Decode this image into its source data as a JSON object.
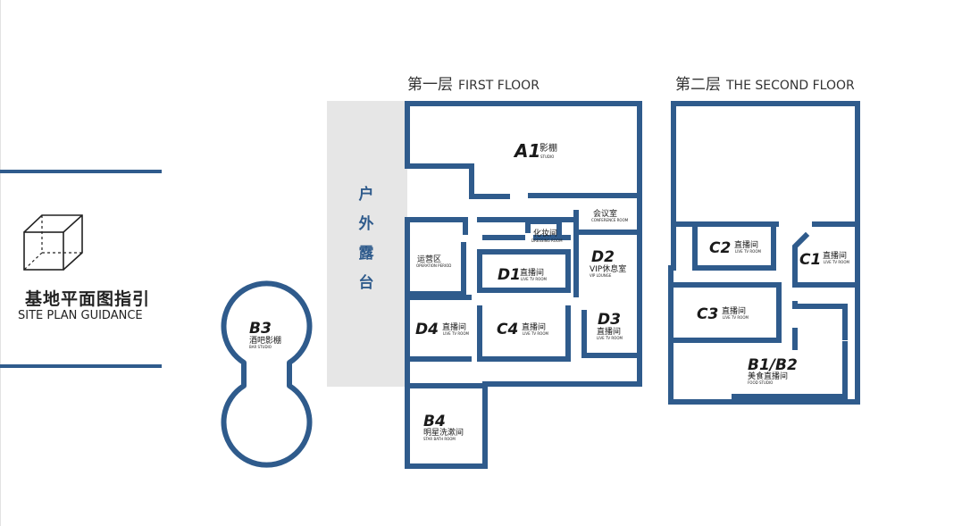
{
  "guide": {
    "title": "基地平面图指引",
    "subtitle": "SITE PLAN GUIDANCE",
    "icon": "cube-icon"
  },
  "floors": {
    "first": {
      "zh": "第一层",
      "en": "FIRST FLOOR"
    },
    "second": {
      "zh": "第二层",
      "en": "THE SECOND FLOOR"
    }
  },
  "outdoor": {
    "chars": [
      "户",
      "外",
      "露",
      "台"
    ]
  },
  "rooms": {
    "a1": {
      "code": "A1",
      "name": "影棚",
      "sub": "STUDIO"
    },
    "meeting": {
      "name": "会议室",
      "sub": "CONFERENCE ROOM"
    },
    "makeup": {
      "name": "化妆间",
      "sub": "DRESSING ROOM"
    },
    "ops": {
      "name": "运营区",
      "sub": "OPERATION PERIOD"
    },
    "d1": {
      "code": "D1",
      "name": "直播间",
      "sub": "LIVE TV ROOM"
    },
    "d2": {
      "code": "D2",
      "name": "VIP休息室",
      "sub": "VIP LOUNGE"
    },
    "d3": {
      "code": "D3",
      "name": "直播间",
      "sub": "LIVE TV ROOM"
    },
    "d4": {
      "code": "D4",
      "name": "直播间",
      "sub": "LIVE TV ROOM"
    },
    "c4": {
      "code": "C4",
      "name": "直播间",
      "sub": "LIVE TV ROOM"
    },
    "b3": {
      "code": "B3",
      "name": "酒吧影棚",
      "sub": "BAR STUDIO"
    },
    "b4": {
      "code": "B4",
      "name": "明星洗漱间",
      "sub": "STAR BATH ROOM"
    },
    "c2": {
      "code": "C2",
      "name": "直播间",
      "sub": "LIVE TV ROOM"
    },
    "c1": {
      "code": "C1",
      "name": "直播间",
      "sub": "LIVE TV ROOM"
    },
    "c3": {
      "code": "C3",
      "name": "直播间",
      "sub": "LIVE TV ROOM"
    },
    "b1b2": {
      "code": "B1/B2",
      "name": "美食直播间",
      "sub": "FOOD STUDIO"
    }
  },
  "colors": {
    "wall": "#2f5b8c",
    "outdoor_fill": "#e6e6e6",
    "text": "#1a1a1a"
  }
}
